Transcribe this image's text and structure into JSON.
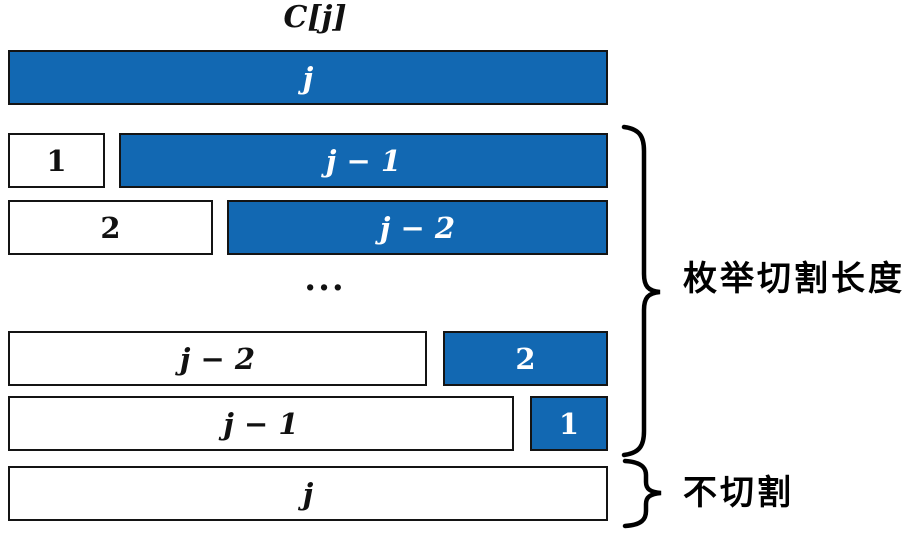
{
  "title": "C[j]",
  "ellipsis": "...",
  "colors": {
    "bar_blue": "#1268b2",
    "bar_white": "#ffffff",
    "outline": "#141414",
    "text_on_blue": "#ffffff",
    "text_on_white": "#111111",
    "annotation": "#000000"
  },
  "rows": [
    {
      "name": "total-length",
      "segments": [
        {
          "text": "j",
          "fill": "blue"
        }
      ]
    },
    {
      "name": "cut-1",
      "segments": [
        {
          "text": "1",
          "fill": "white"
        },
        {
          "text": "j − 1",
          "fill": "blue"
        }
      ]
    },
    {
      "name": "cut-2",
      "segments": [
        {
          "text": "2",
          "fill": "white"
        },
        {
          "text": "j − 2",
          "fill": "blue"
        }
      ]
    },
    {
      "name": "cut-j-2",
      "segments": [
        {
          "text": "j − 2",
          "fill": "white"
        },
        {
          "text": "2",
          "fill": "blue"
        }
      ]
    },
    {
      "name": "cut-j-1",
      "segments": [
        {
          "text": "j − 1",
          "fill": "white"
        },
        {
          "text": "1",
          "fill": "blue"
        }
      ]
    },
    {
      "name": "no-cut",
      "segments": [
        {
          "text": "j",
          "fill": "white"
        }
      ]
    }
  ],
  "annotations": {
    "enumerate_label": "枚举切割长度",
    "no_cut_label": "不切割"
  }
}
